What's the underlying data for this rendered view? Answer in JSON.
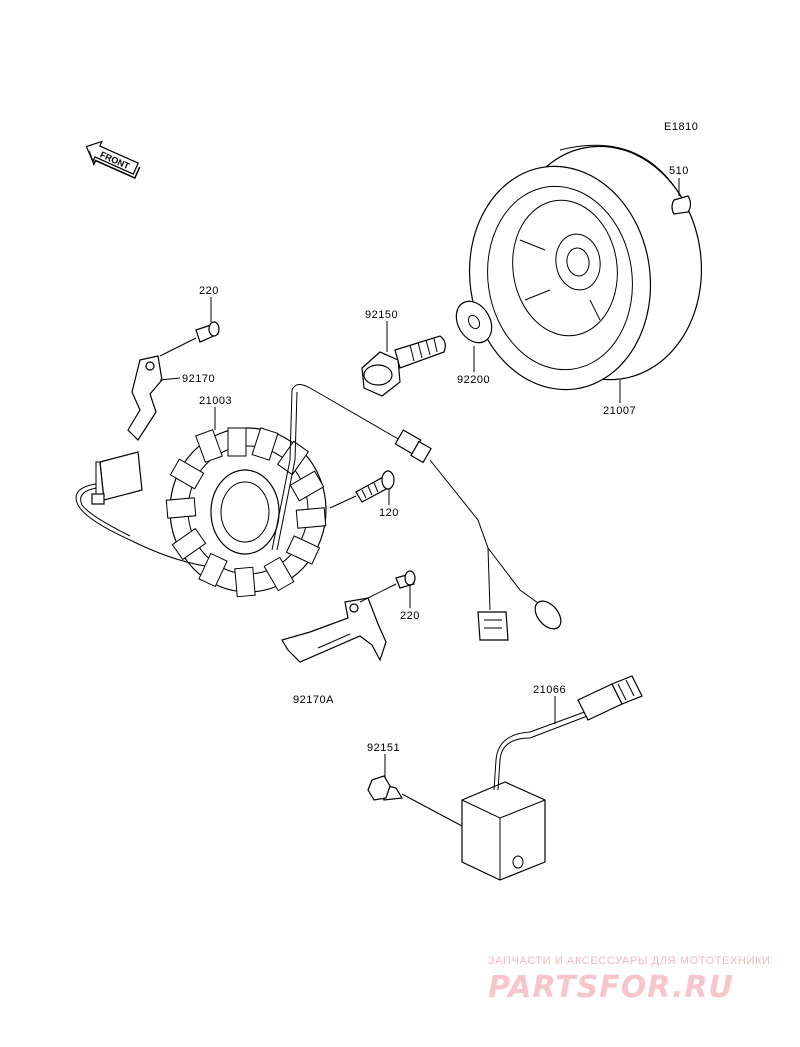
{
  "diagram": {
    "code": "E1810",
    "front_arrow_label": "FRONT",
    "parts": [
      {
        "id": "510"
      },
      {
        "id": "220"
      },
      {
        "id": "92170"
      },
      {
        "id": "92150"
      },
      {
        "id": "92200"
      },
      {
        "id": "21003"
      },
      {
        "id": "21007"
      },
      {
        "id": "120"
      },
      {
        "id": "220"
      },
      {
        "id": "92170A"
      },
      {
        "id": "21066"
      },
      {
        "id": "92151"
      }
    ]
  },
  "watermark": {
    "tagline": "ЗАПЧАСТИ И АКСЕССУАРЫ ДЛЯ МОТОТЕХНИКИ",
    "logo": "PARTSFOR.RU"
  }
}
